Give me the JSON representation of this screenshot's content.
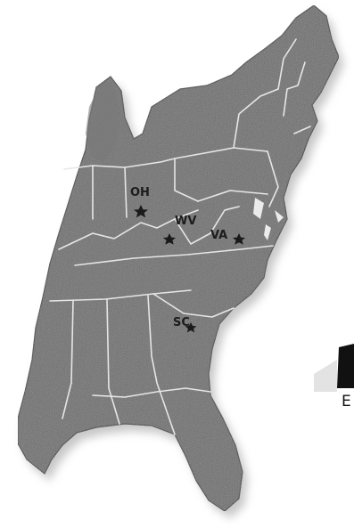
{
  "map": {
    "colors": {
      "land": "#6b6b6b",
      "land_dark": "#4a4a4a",
      "border": "#e6e6e6",
      "shadow": "#bdbdbd",
      "background": "#ffffff",
      "marker": "#1a1a1a"
    },
    "state_labels": [
      {
        "id": "oh",
        "text": "OH"
      },
      {
        "id": "wv",
        "text": "WV"
      },
      {
        "id": "va",
        "text": "VA"
      },
      {
        "id": "sc",
        "text": "SC"
      }
    ],
    "markers": [
      {
        "id": "ohio-star",
        "icon": "star-icon"
      },
      {
        "id": "wv-star",
        "icon": "star-icon"
      },
      {
        "id": "va-star",
        "icon": "star-icon"
      },
      {
        "id": "sc-star",
        "icon": "star-icon"
      }
    ],
    "fragment_text": {
      "letter": "E"
    }
  }
}
